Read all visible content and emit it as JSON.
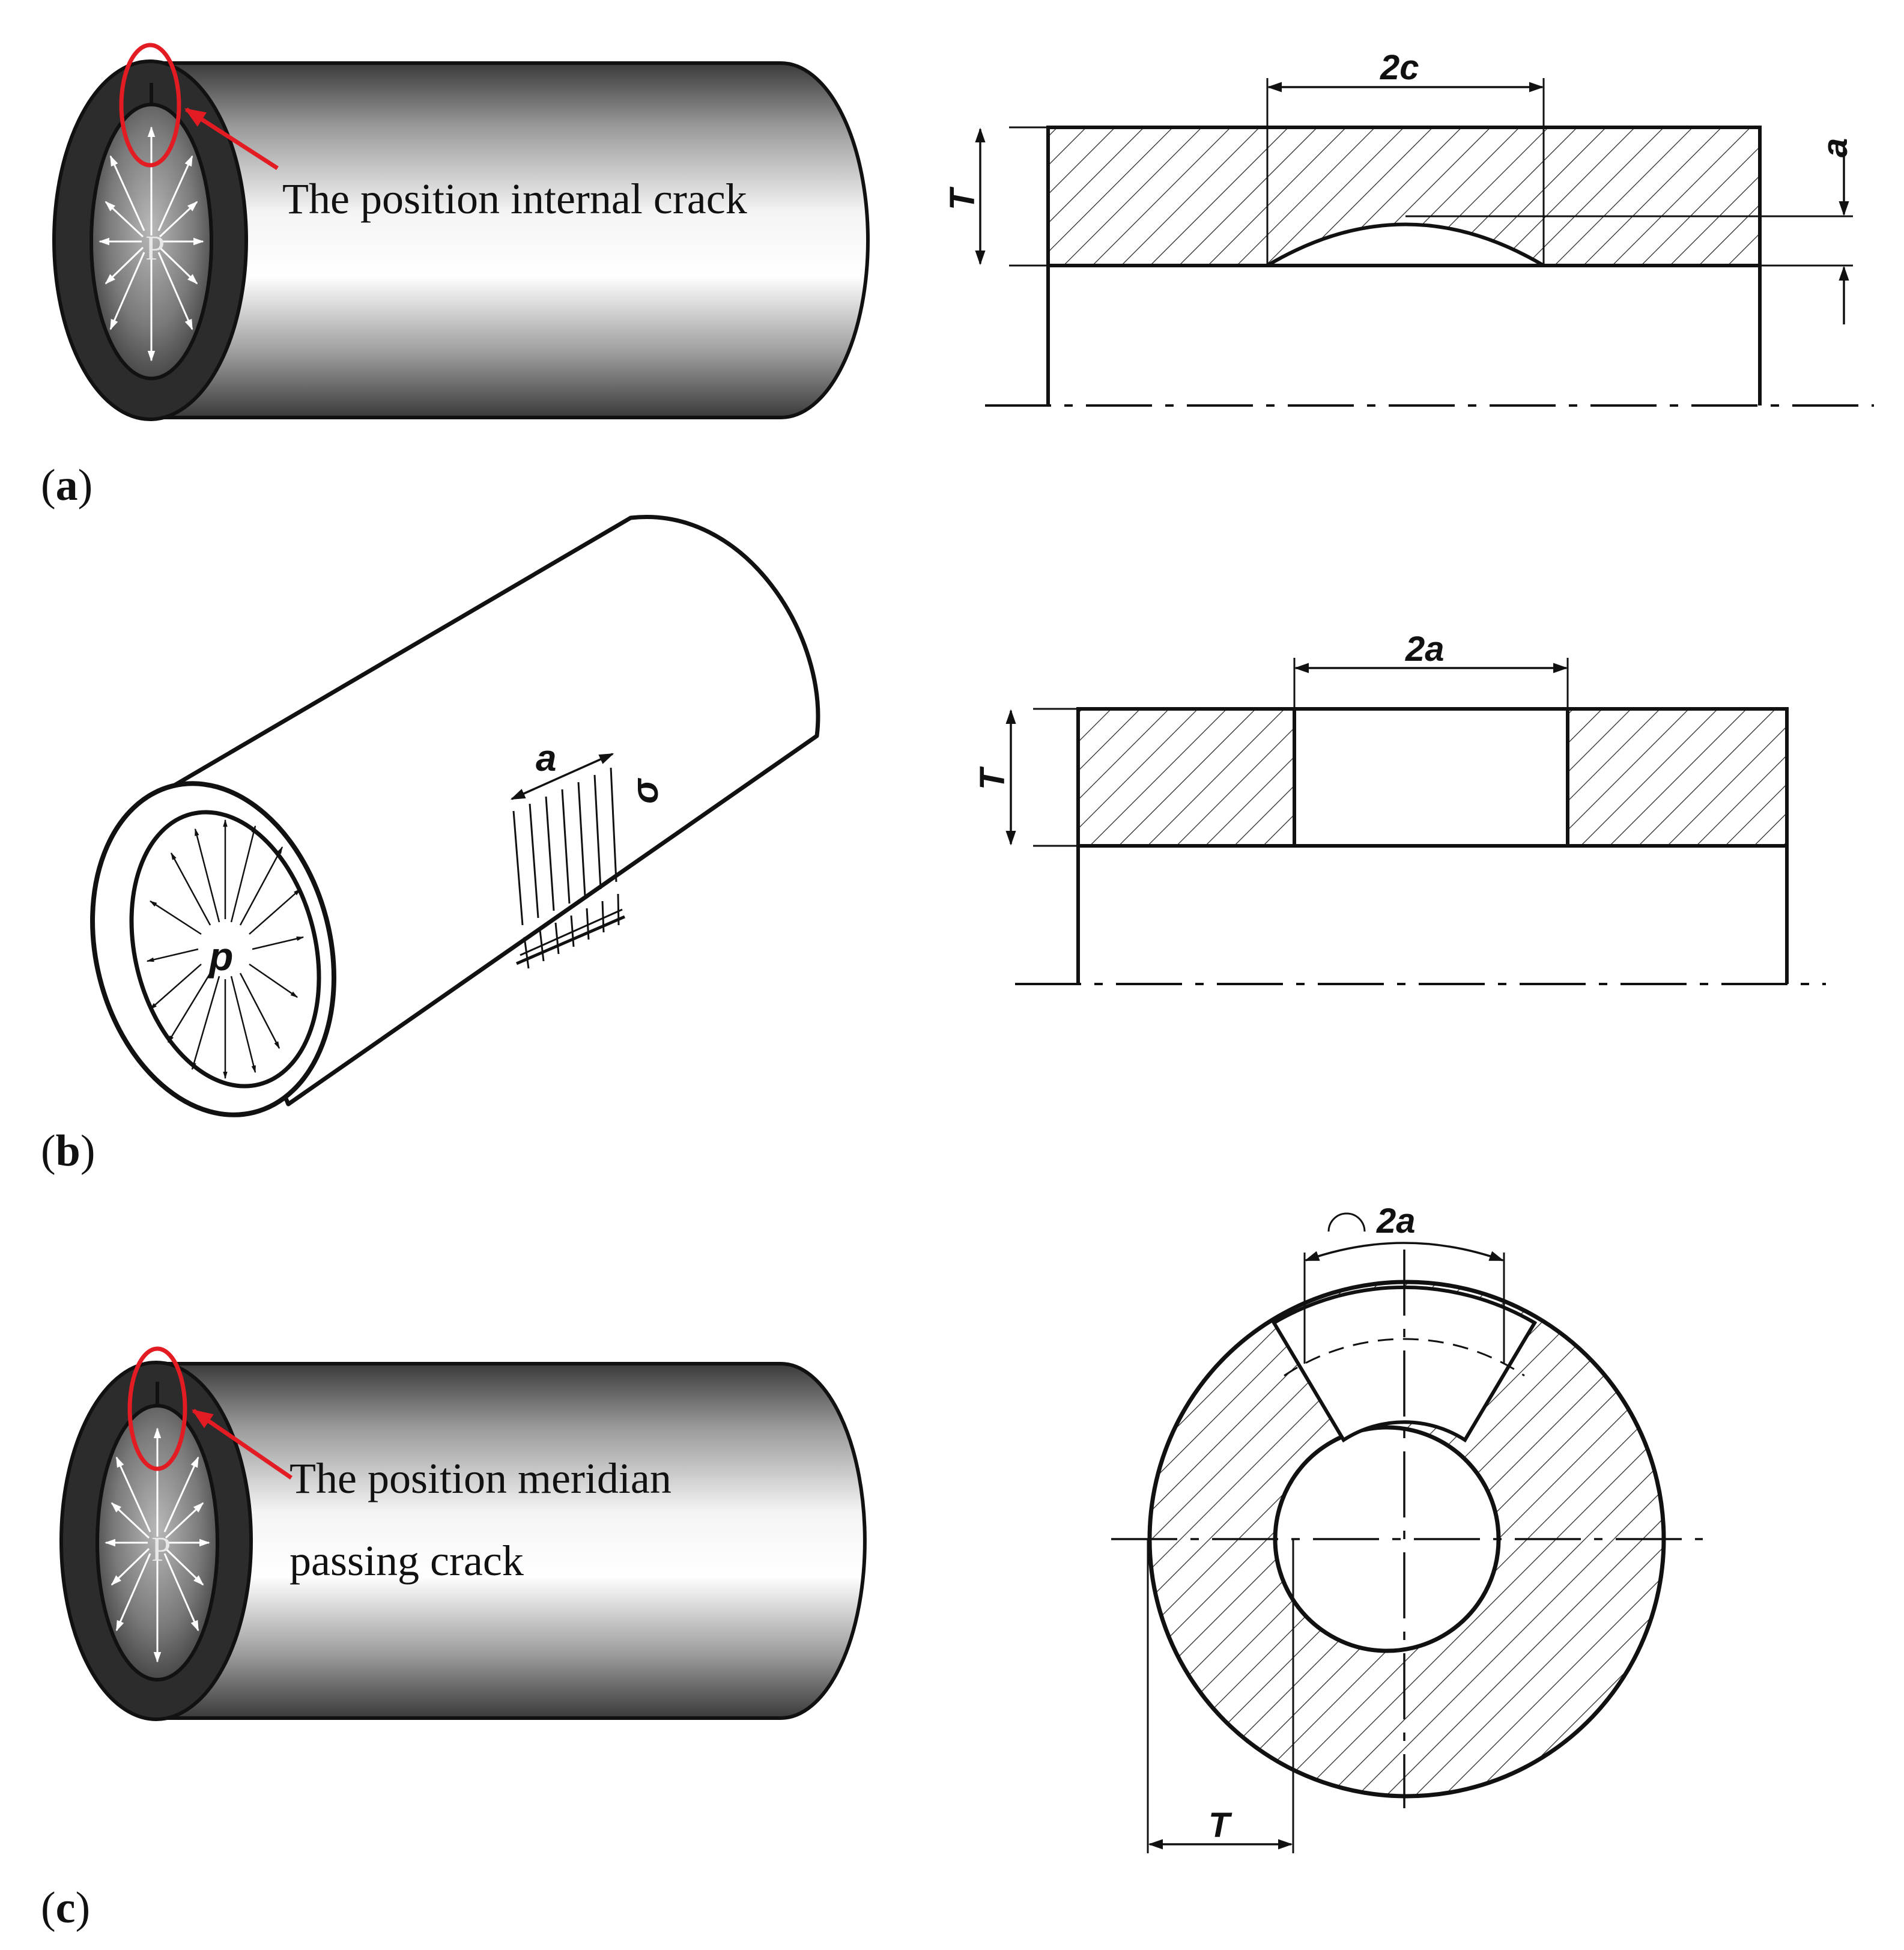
{
  "panels": {
    "a": {
      "label_open": "(",
      "label_letter": "a",
      "label_close": ")",
      "annotation": "The position internal crack",
      "pressure_symbol": "P",
      "dim_width": "2c",
      "dim_thickness": "T",
      "dim_depth": "a"
    },
    "b": {
      "label_open": "(",
      "label_letter": "b",
      "label_close": ")",
      "pressure_symbol": "p",
      "crack_length_symbol": "a",
      "stress_symbol": "σ",
      "dim_width": "2a",
      "dim_thickness": "T"
    },
    "c": {
      "label_open": "(",
      "label_letter": "c",
      "label_close": ")",
      "annotation_line1": "The position meridian",
      "annotation_line2": "passing crack",
      "pressure_symbol": "P",
      "dim_arc": "2a",
      "dim_thickness": "T"
    }
  },
  "colors": {
    "ink": "#111111",
    "highlight": "#e31b23",
    "shade_dark": "#333333",
    "shade_light": "#f2f2f2"
  },
  "icons": {
    "pressure_arrows": "arrow-icon",
    "crack_marker": "ellipse-outline-icon"
  }
}
